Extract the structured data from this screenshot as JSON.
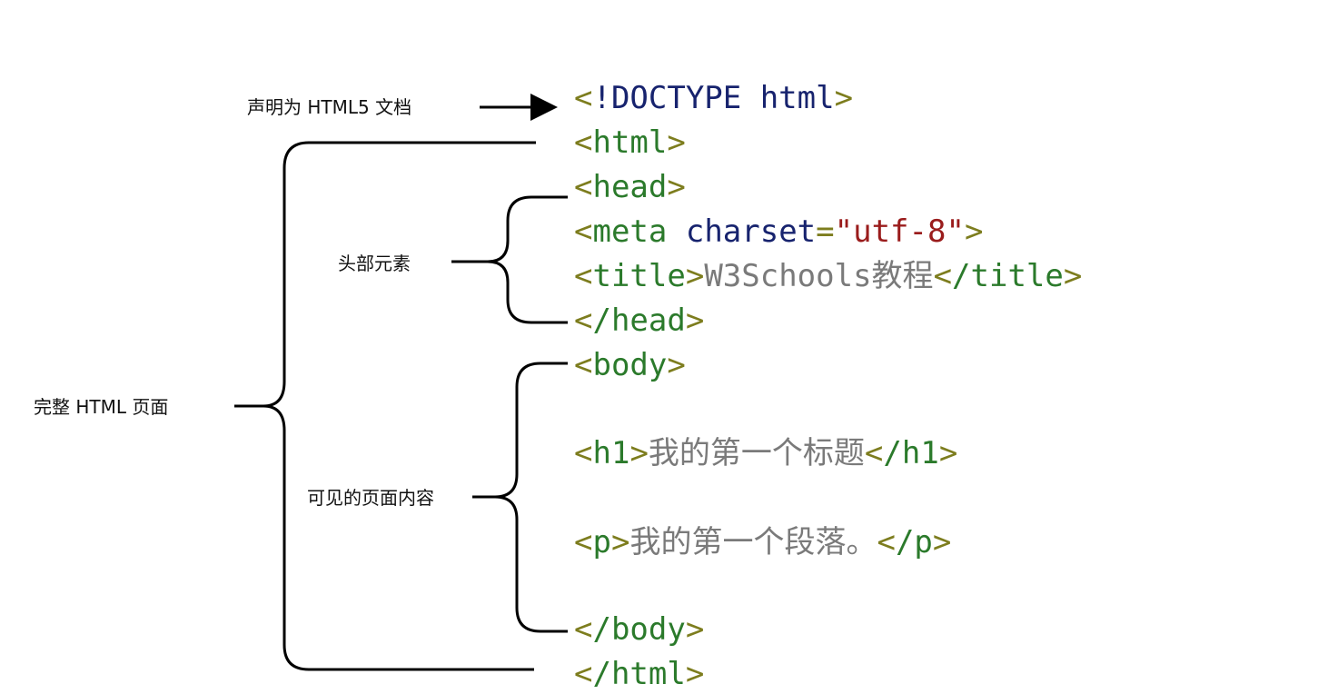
{
  "annotations": {
    "doctype": "声明为 HTML5 文档",
    "head": "头部元素",
    "page": "完整 HTML 页面",
    "body": "可见的页面内容"
  },
  "code": {
    "doctype_kw": "!DOCTYPE html",
    "html_open": "html",
    "head_open": "head",
    "meta_tag": "meta",
    "meta_attr": "charset",
    "meta_value": "\"utf-8\"",
    "title_tag": "title",
    "title_text": "W3Schools教程",
    "title_close": "/title",
    "head_close": "/head",
    "body_open": "body",
    "h1_tag": "h1",
    "h1_text": "我的第一个标题",
    "h1_close": "/h1",
    "p_tag": "p",
    "p_text": "我的第一个段落。",
    "p_close": "/p",
    "body_close": "/body",
    "html_close": "/html"
  },
  "colors": {
    "bracket": "#7d7d1e",
    "tag": "#2b7a2b",
    "keyword": "#17236e",
    "string": "#9a1c1c",
    "text": "#7a7a7a"
  }
}
